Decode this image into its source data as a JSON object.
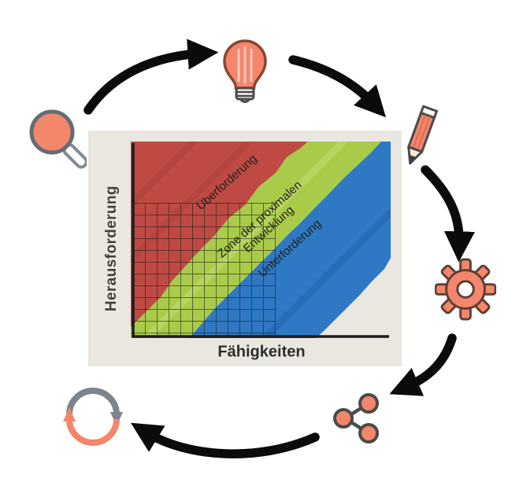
{
  "diagram": {
    "accent_color": "#f4866b",
    "arrow_color": "#0b0b0b",
    "steps": [
      {
        "icon": "magnifier-icon"
      },
      {
        "icon": "lightbulb-icon"
      },
      {
        "icon": "pencil-icon"
      },
      {
        "icon": "gear-icon"
      },
      {
        "icon": "share-icon"
      },
      {
        "icon": "refresh-icon"
      }
    ]
  },
  "chart": {
    "y_axis_label": "Herausforderung",
    "x_axis_label": "Fähigkeiten",
    "zones": [
      {
        "label": "Überforderung",
        "color": "#bf4a44"
      },
      {
        "label": "Zone der proximalen Entwicklung",
        "color": "#a9cb4a"
      },
      {
        "label": "Unterforderung",
        "color": "#2f78c3"
      }
    ]
  }
}
